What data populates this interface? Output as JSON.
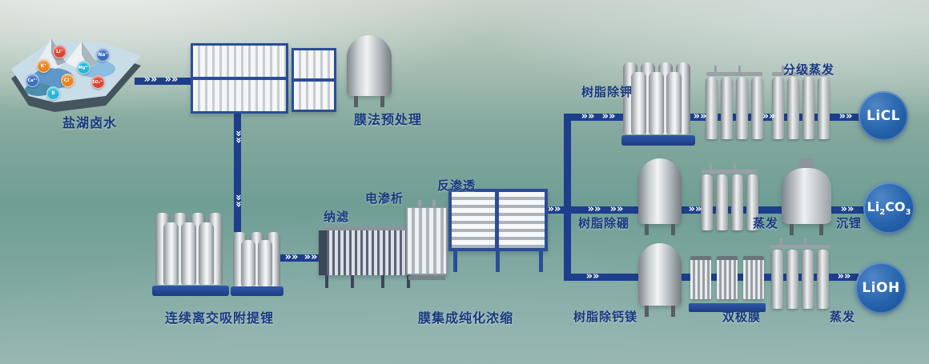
{
  "scene": {
    "brine": {
      "label": "盐湖卤水"
    },
    "pretreatment": {
      "label": "膜法预处理"
    },
    "ion_exchange": {
      "label": "连续离交吸附提锂"
    },
    "integration": {
      "label": "膜集成纯化浓缩"
    },
    "nanofiltration": {
      "label": "纳滤"
    },
    "electrodialysis": {
      "label": "电渗析"
    },
    "reverse_osmosis": {
      "label": "反渗透"
    },
    "resin_k": {
      "label": "树脂除钾"
    },
    "staged_evaporation": {
      "label": "分级蒸发"
    },
    "resin_b": {
      "label": "树脂除硼"
    },
    "evaporation_mid": {
      "label": "蒸发"
    },
    "lithium_precipitation": {
      "label": "沉锂"
    },
    "resin_camg": {
      "label": "树脂除钙镁"
    },
    "bipolar_membrane": {
      "label": "双极膜"
    },
    "evaporation_bottom": {
      "label": "蒸发"
    }
  },
  "products": {
    "licl": {
      "label": "LiCL"
    },
    "li2co3": {
      "base1": "Li",
      "sub1": "2",
      "base2": "CO",
      "sub2": "3"
    },
    "lioh": {
      "label": "LiOH"
    }
  },
  "ions": [
    {
      "label": "Li⁺",
      "color": "#d94436"
    },
    {
      "label": "Na⁺",
      "color": "#3a6fc4"
    },
    {
      "label": "K⁺",
      "color": "#e8821e"
    },
    {
      "label": "Mg²⁺",
      "color": "#27b5d6"
    },
    {
      "label": "Ca²⁺",
      "color": "#3a6fc4"
    },
    {
      "label": "Cl⁻",
      "color": "#e8821e"
    },
    {
      "label": "SO₄²⁻",
      "color": "#d94436"
    },
    {
      "label": "B",
      "color": "#27b5d6"
    }
  ],
  "colors": {
    "flow_line": "#1c3e8c",
    "label_text": "#17387f",
    "product_fill": "#2563ac",
    "product_text": "#ffffff"
  },
  "flows": [
    {
      "from": "盐湖卤水",
      "to": "膜法预处理"
    },
    {
      "from": "膜法预处理",
      "to": "连续离交吸附提锂"
    },
    {
      "from": "连续离交吸附提锂",
      "to": "膜集成纯化浓缩"
    },
    {
      "from": "膜集成纯化浓缩",
      "to": "树脂除钾"
    },
    {
      "from": "树脂除钾",
      "to": "分级蒸发"
    },
    {
      "from": "分级蒸发",
      "to": "LiCL"
    },
    {
      "from": "膜集成纯化浓缩",
      "to": "树脂除硼"
    },
    {
      "from": "树脂除硼",
      "to": "蒸发"
    },
    {
      "from": "蒸发",
      "to": "沉锂"
    },
    {
      "from": "沉锂",
      "to": "Li2CO3"
    },
    {
      "from": "膜集成纯化浓缩",
      "to": "树脂除钙镁"
    },
    {
      "from": "树脂除钙镁",
      "to": "双极膜"
    },
    {
      "from": "双极膜",
      "to": "蒸发"
    },
    {
      "from": "蒸发",
      "to": "LiOH"
    }
  ]
}
